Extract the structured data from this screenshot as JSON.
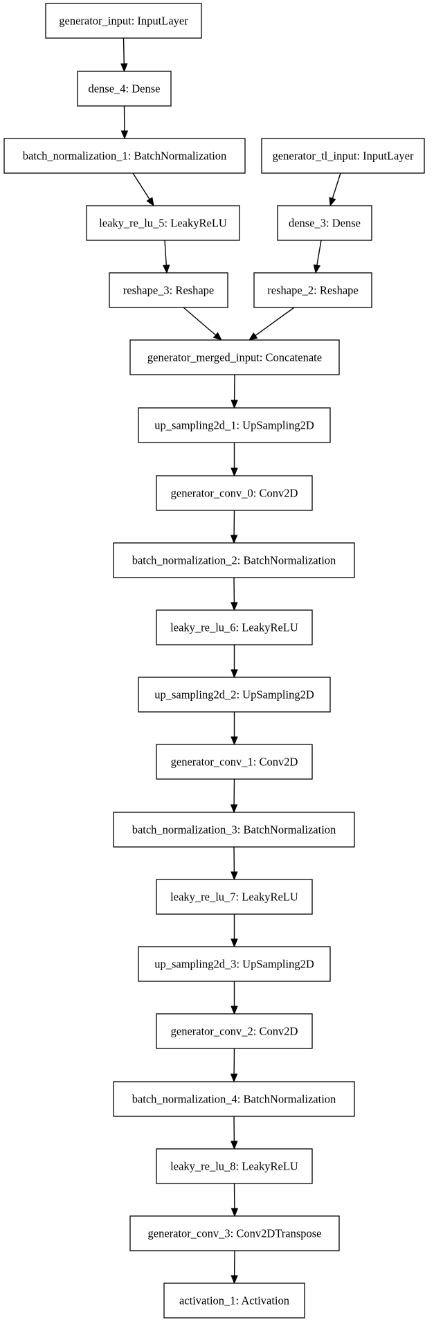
{
  "diagram": {
    "nodes": [
      {
        "id": "generator_input",
        "label": "generator_input: InputLayer"
      },
      {
        "id": "dense_4",
        "label": "dense_4: Dense"
      },
      {
        "id": "batch_normalization_1",
        "label": "batch_normalization_1: BatchNormalization"
      },
      {
        "id": "generator_tl_input",
        "label": "generator_tl_input: InputLayer"
      },
      {
        "id": "leaky_re_lu_5",
        "label": "leaky_re_lu_5: LeakyReLU"
      },
      {
        "id": "dense_3",
        "label": "dense_3: Dense"
      },
      {
        "id": "reshape_3",
        "label": "reshape_3: Reshape"
      },
      {
        "id": "reshape_2",
        "label": "reshape_2: Reshape"
      },
      {
        "id": "generator_merged_input",
        "label": "generator_merged_input: Concatenate"
      },
      {
        "id": "up_sampling2d_1",
        "label": "up_sampling2d_1: UpSampling2D"
      },
      {
        "id": "generator_conv_0",
        "label": "generator_conv_0: Conv2D"
      },
      {
        "id": "batch_normalization_2",
        "label": "batch_normalization_2: BatchNormalization"
      },
      {
        "id": "leaky_re_lu_6",
        "label": "leaky_re_lu_6: LeakyReLU"
      },
      {
        "id": "up_sampling2d_2",
        "label": "up_sampling2d_2: UpSampling2D"
      },
      {
        "id": "generator_conv_1",
        "label": "generator_conv_1: Conv2D"
      },
      {
        "id": "batch_normalization_3",
        "label": "batch_normalization_3: BatchNormalization"
      },
      {
        "id": "leaky_re_lu_7",
        "label": "leaky_re_lu_7: LeakyReLU"
      },
      {
        "id": "up_sampling2d_3",
        "label": "up_sampling2d_3: UpSampling2D"
      },
      {
        "id": "generator_conv_2",
        "label": "generator_conv_2: Conv2D"
      },
      {
        "id": "batch_normalization_4",
        "label": "batch_normalization_4: BatchNormalization"
      },
      {
        "id": "leaky_re_lu_8",
        "label": "leaky_re_lu_8: LeakyReLU"
      },
      {
        "id": "generator_conv_3",
        "label": "generator_conv_3: Conv2DTranspose"
      },
      {
        "id": "activation_1",
        "label": "activation_1: Activation"
      }
    ],
    "edges": [
      {
        "from": "generator_input",
        "to": "dense_4"
      },
      {
        "from": "dense_4",
        "to": "batch_normalization_1"
      },
      {
        "from": "batch_normalization_1",
        "to": "leaky_re_lu_5"
      },
      {
        "from": "leaky_re_lu_5",
        "to": "reshape_3"
      },
      {
        "from": "generator_tl_input",
        "to": "dense_3"
      },
      {
        "from": "dense_3",
        "to": "reshape_2"
      },
      {
        "from": "reshape_3",
        "to": "generator_merged_input"
      },
      {
        "from": "reshape_2",
        "to": "generator_merged_input"
      },
      {
        "from": "generator_merged_input",
        "to": "up_sampling2d_1"
      },
      {
        "from": "up_sampling2d_1",
        "to": "generator_conv_0"
      },
      {
        "from": "generator_conv_0",
        "to": "batch_normalization_2"
      },
      {
        "from": "batch_normalization_2",
        "to": "leaky_re_lu_6"
      },
      {
        "from": "leaky_re_lu_6",
        "to": "up_sampling2d_2"
      },
      {
        "from": "up_sampling2d_2",
        "to": "generator_conv_1"
      },
      {
        "from": "generator_conv_1",
        "to": "batch_normalization_3"
      },
      {
        "from": "batch_normalization_3",
        "to": "leaky_re_lu_7"
      },
      {
        "from": "leaky_re_lu_7",
        "to": "up_sampling2d_3"
      },
      {
        "from": "up_sampling2d_3",
        "to": "generator_conv_2"
      },
      {
        "from": "generator_conv_2",
        "to": "batch_normalization_4"
      },
      {
        "from": "batch_normalization_4",
        "to": "leaky_re_lu_8"
      },
      {
        "from": "leaky_re_lu_8",
        "to": "generator_conv_3"
      },
      {
        "from": "generator_conv_3",
        "to": "activation_1"
      }
    ]
  }
}
